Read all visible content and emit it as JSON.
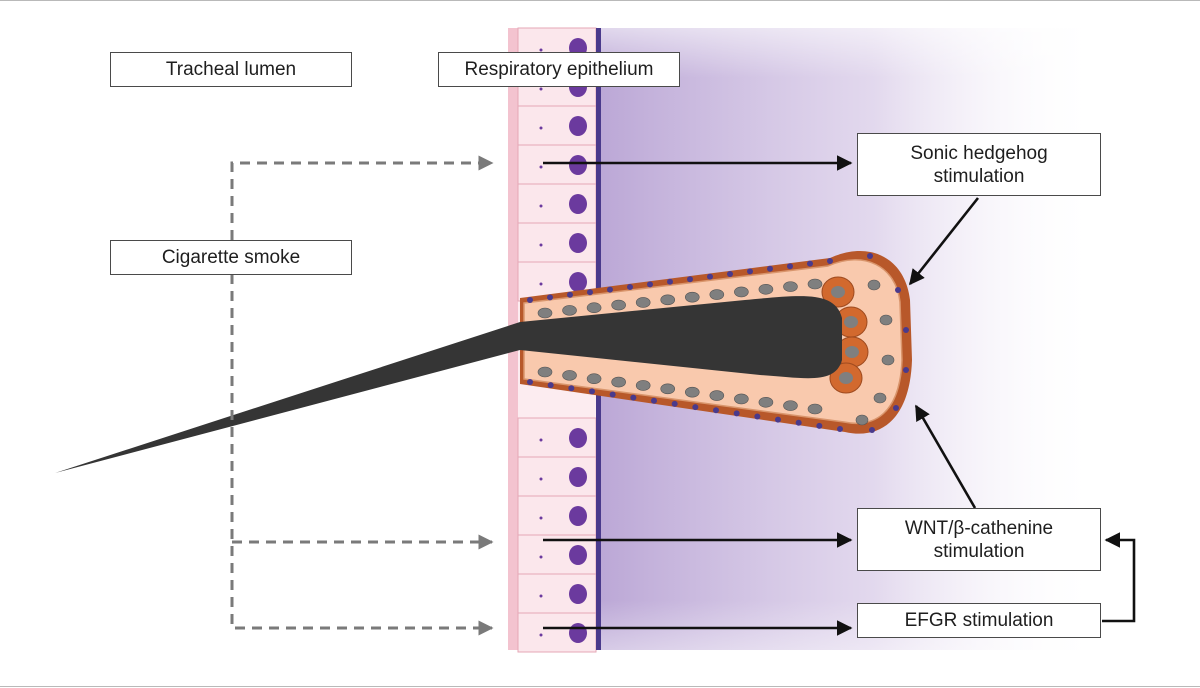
{
  "labels": {
    "tracheal_lumen": "Tracheal lumen",
    "respiratory_epithelium": "Respiratory epithelium",
    "cigarette_smoke": "Cigarette smoke",
    "sonic_hedgehog": "Sonic hedgehog\nstimulation",
    "wnt": "WNT/β-cathenine\nstimulation",
    "egfr": "EFGR stimulation"
  },
  "colors": {
    "background": "#ffffff",
    "box_border": "#4a4a4a",
    "dashed_arrow": "#7a7a7a",
    "solid_arrow": "#111111",
    "submucosa_tint": "#b8a3d4",
    "basement_membrane": "#4a3a8c",
    "epithelial_cell_fill": "#fbe7ec",
    "epithelial_cell_border": "#e6a7b6",
    "epithelial_nucleus": "#6b3a9e",
    "invasion_cell_fill": "#f9c9ad",
    "invasion_cell_border": "#d9956c",
    "invasion_nucleus": "#7f7f7f",
    "outer_cell_layer": "#b8582a",
    "cluster_cell": "#d2692e",
    "tumor_core": "#353535"
  },
  "icons": {
    "arrow_heads": "filled-triangle"
  }
}
